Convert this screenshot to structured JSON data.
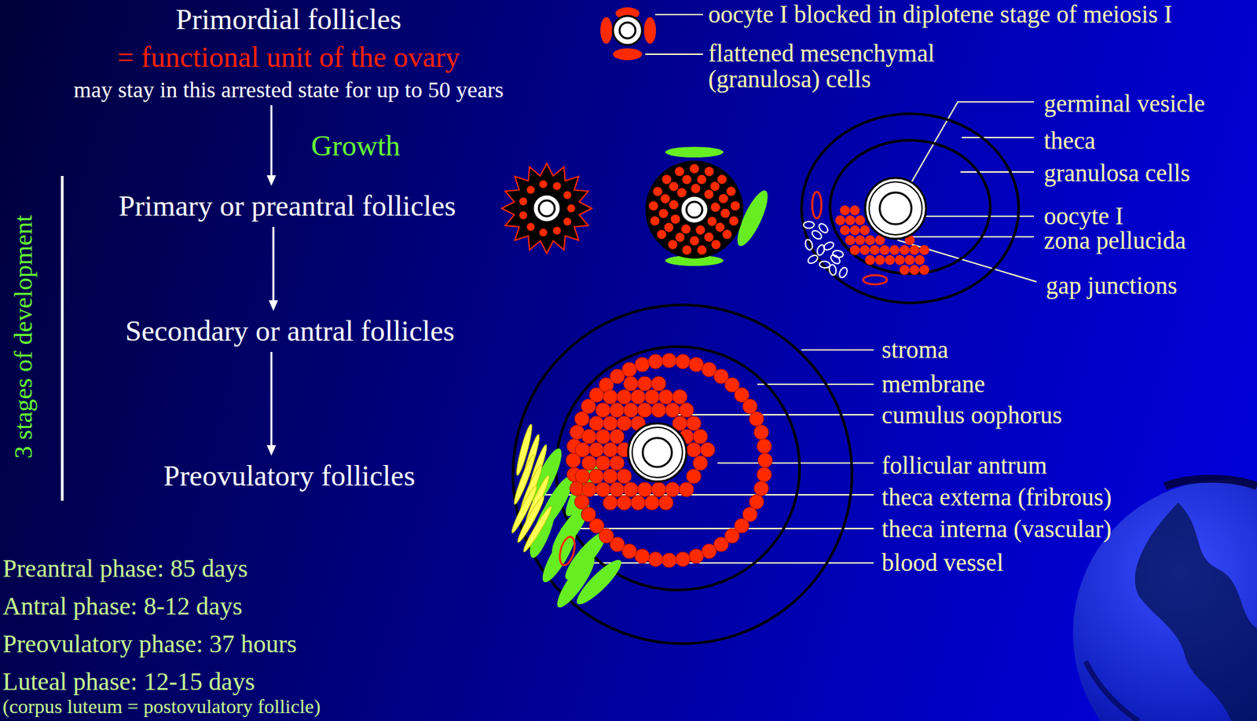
{
  "diagram": {
    "nodes": [
      {
        "text": [
          "Primordial follicles",
          "= functional unit of the ovary",
          "may stay in this arrested state for up to 50 years"
        ]
      },
      {
        "text": [
          "Primary or preantral follicles"
        ]
      },
      {
        "text": [
          "Secondary or antral follicles"
        ]
      },
      {
        "text": [
          "Preovulatory follicles"
        ]
      }
    ],
    "edges": [
      {
        "from": 0,
        "to": 1,
        "arrow": "to",
        "label": "Growth"
      },
      {
        "from": 1,
        "to": 2,
        "arrow": "to"
      },
      {
        "from": 2,
        "to": 3,
        "arrow": "to"
      }
    ],
    "labels": [
      "3 stages of development",
      "Preantral phase: 85 days",
      "Antral phase: 8-12 days",
      "Preovulatory phase: 37 hours",
      "Luteal phase: 12-15 days",
      "(corpus luteum = postovulatory follicle)",
      "oocyte I blocked in diplotene stage of meiosis I",
      "flattened mesenchymal (granulosa) cells",
      "germinal vesicle",
      "theca",
      "granulosa cells",
      "oocyte I",
      "zona pellucida",
      "gap junctions",
      "stroma",
      "membrane",
      "cumulus oophorus",
      "follicular antrum",
      "theca externa (fribrous)",
      "theca interna (vascular)",
      "blood vessel"
    ]
  }
}
